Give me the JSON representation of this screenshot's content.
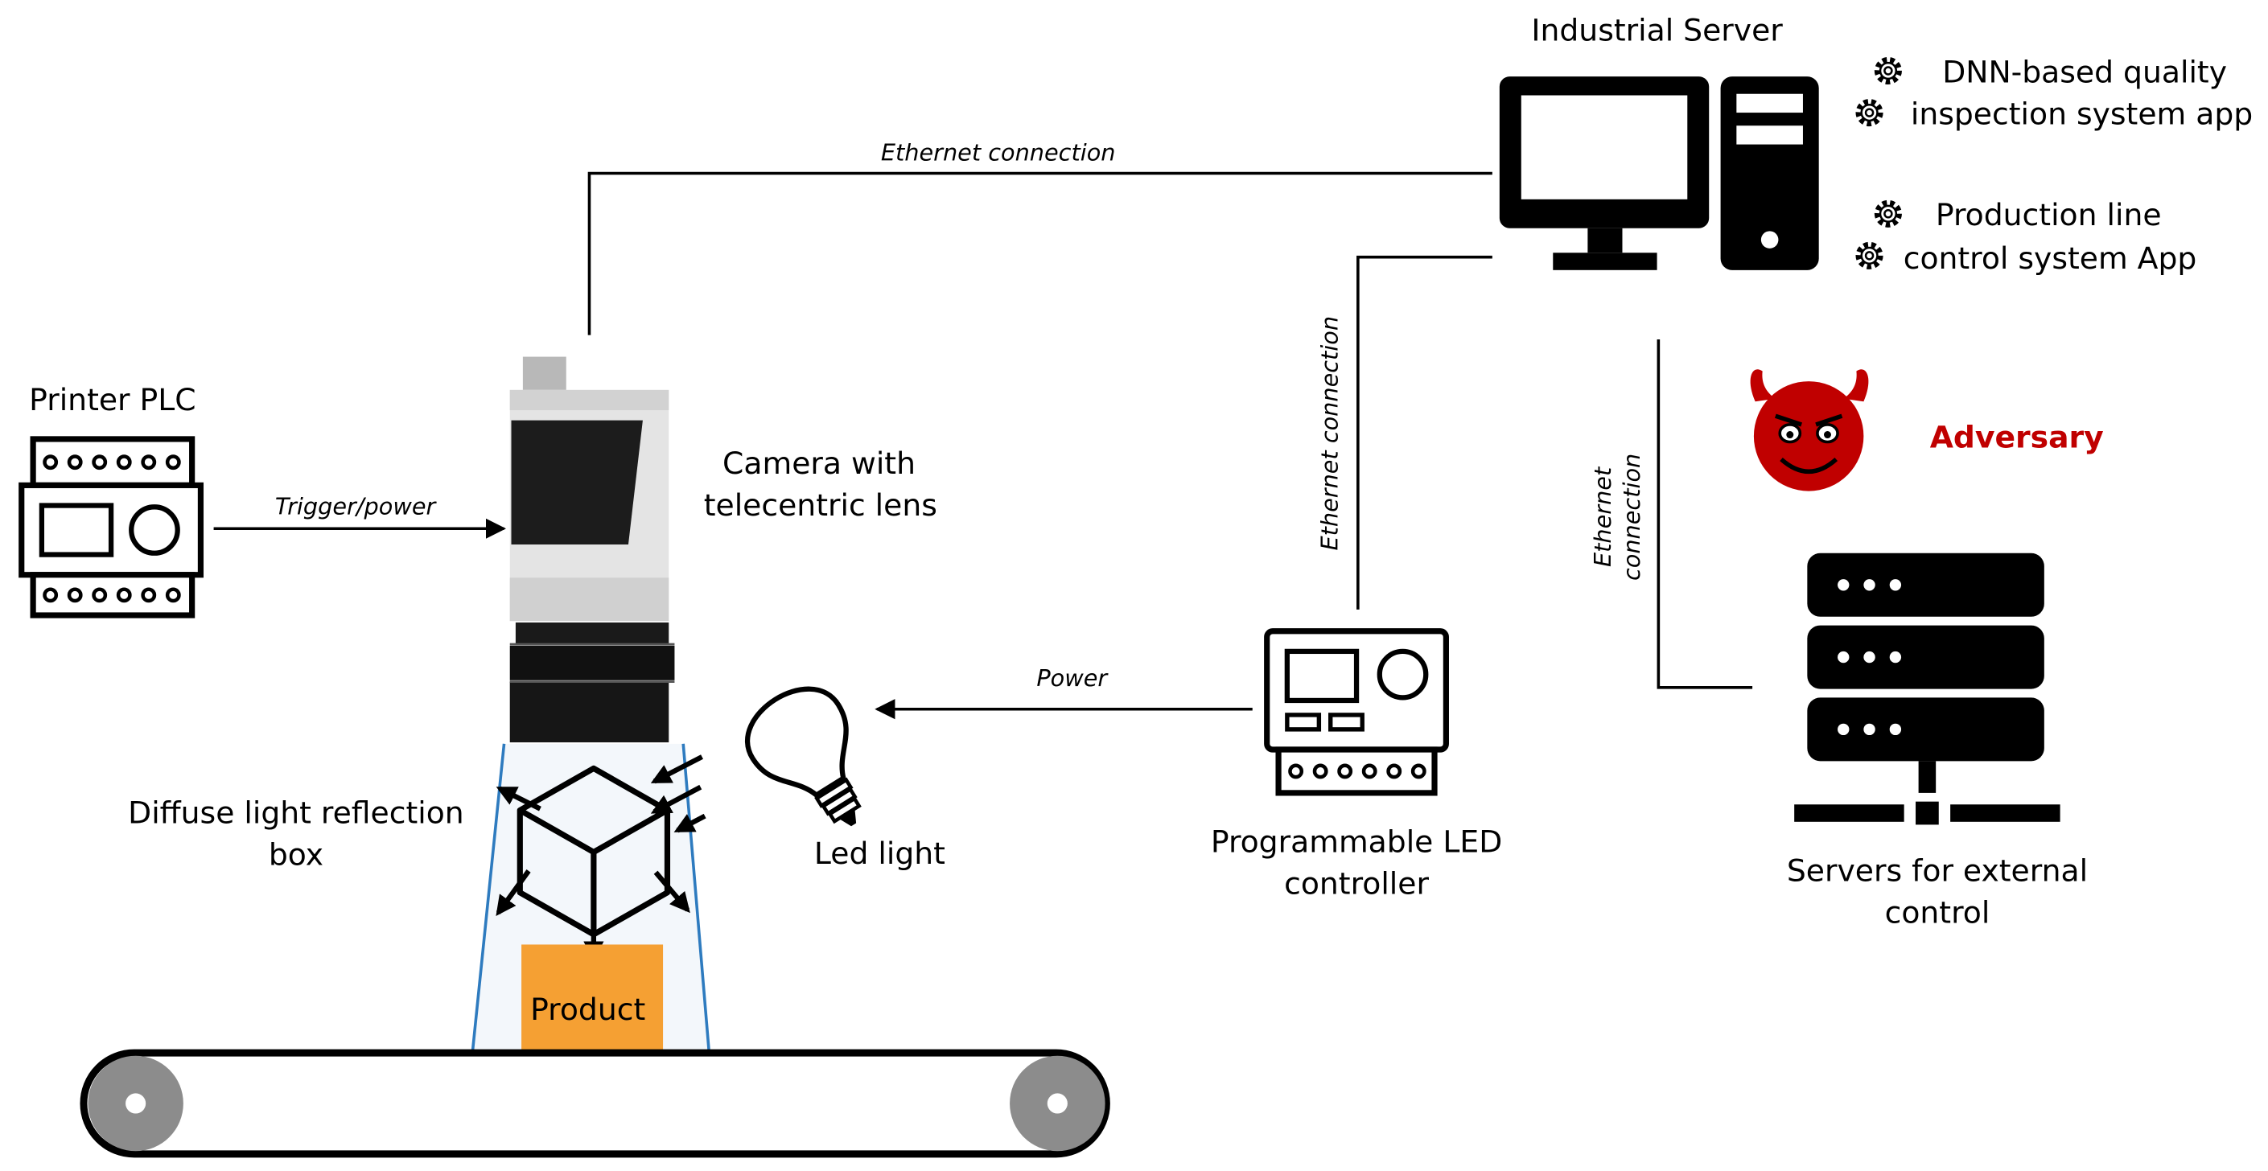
{
  "nodes": {
    "industrial_server": {
      "label": "Industrial Server"
    },
    "app_dnn": {
      "lines": [
        "DNN-based quality",
        "inspection system app"
      ]
    },
    "app_production": {
      "lines": [
        "Production line",
        "control system App"
      ]
    },
    "printer_plc": {
      "label": "Printer PLC"
    },
    "camera": {
      "lines": [
        "Camera with",
        "telecentric lens"
      ]
    },
    "diffuse_box": {
      "lines": [
        "Diffuse light reflection",
        "box"
      ]
    },
    "led_light": {
      "label": "Led light"
    },
    "led_controller": {
      "lines": [
        "Programmable LED",
        "controller"
      ]
    },
    "external_servers": {
      "lines": [
        "Servers for external",
        "control"
      ]
    },
    "adversary": {
      "label": "Adversary"
    },
    "product": {
      "label": "Product"
    }
  },
  "edges": {
    "camera_server": {
      "label": "Ethernet connection"
    },
    "controller_server": {
      "label": "Ethernet connection"
    },
    "external_server": {
      "lines": [
        "Ethernet",
        "connection"
      ]
    },
    "plc_camera": {
      "label": "Trigger/power"
    },
    "controller_led": {
      "label": "Power"
    }
  },
  "colors": {
    "adversary": "#c00000",
    "product": "#f5a033",
    "beam": "#2e7bbf",
    "ink": "#000000",
    "conveyor": "#8c8c8c"
  }
}
